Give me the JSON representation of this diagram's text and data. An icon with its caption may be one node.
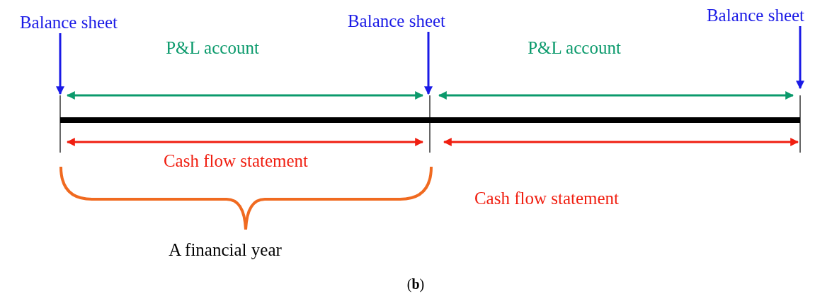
{
  "diagram": {
    "caption": "(**b**)",
    "nodes": [
      {
        "text": [
          "Balance sheet"
        ]
      },
      {
        "text": [
          "Balance sheet"
        ]
      },
      {
        "text": [
          "Balance sheet"
        ]
      }
    ],
    "edges": [
      {
        "from": 0,
        "to": null,
        "arrow": "to"
      },
      {
        "from": 1,
        "to": null,
        "arrow": "to"
      },
      {
        "from": 2,
        "to": null,
        "arrow": "to"
      }
    ],
    "labels": [
      "P&L account",
      "P&L account",
      "Cash flow statement",
      "Cash flow statement",
      "A financial year"
    ]
  }
}
